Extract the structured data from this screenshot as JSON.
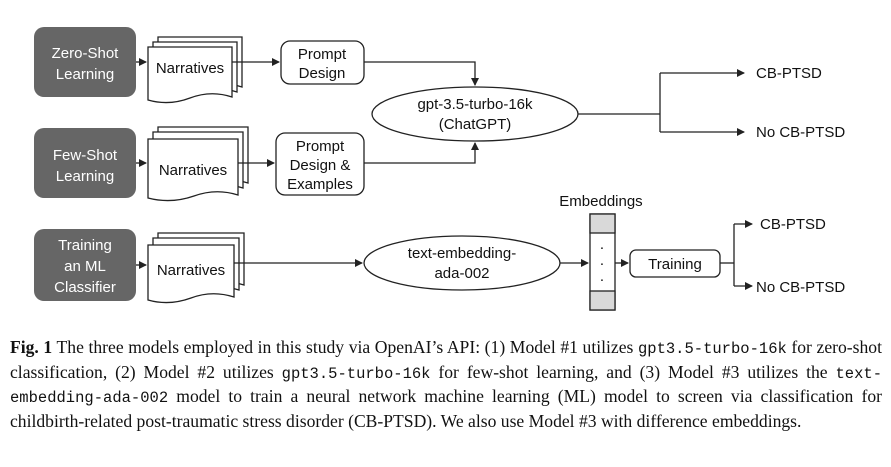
{
  "diagram": {
    "rows": [
      {
        "method": [
          "Zero-Shot",
          "Learning"
        ],
        "input": "Narratives",
        "prompt": [
          "Prompt",
          "Design"
        ]
      },
      {
        "method": [
          "Few-Shot",
          "Learning"
        ],
        "input": "Narratives",
        "prompt": [
          "Prompt",
          "Design &",
          "Examples"
        ]
      },
      {
        "method": [
          "Training",
          "an ML",
          "Classifier"
        ],
        "input": "Narratives"
      }
    ],
    "gpt_model": [
      "gpt-3.5-turbo-16k",
      "(ChatGPT)"
    ],
    "embedding_model": [
      "text-embedding-",
      "ada-002"
    ],
    "embeddings_label": "Embeddings",
    "embedding_dots": ".",
    "training_label": "Training",
    "outputs": {
      "positive": "CB-PTSD",
      "negative": "No CB-PTSD"
    },
    "colors": {
      "method_box": "#666666",
      "method_text": "#ffffff",
      "stroke": "#222222",
      "embedding_cell": "#d9d9d9"
    }
  },
  "caption": {
    "label": "Fig. 1",
    "t1": " The three models employed in this study via OpenAI’s API: (1) Model #1 utilizes ",
    "m1": "gpt3.5-turbo-16k",
    "t2": " for zero-shot classification, (2) Model #2 utilizes ",
    "m2": "gpt3.5-turbo-16k",
    "t3": " for few-shot learning, and (3) Model #3 utilizes the ",
    "m3": "text-embedding-ada-002",
    "t4": " model to train a neural network machine learning (ML) model to screen via classification for childbirth-related post-traumatic stress disorder (CB-PTSD). We also use Model #3 with difference embeddings."
  }
}
